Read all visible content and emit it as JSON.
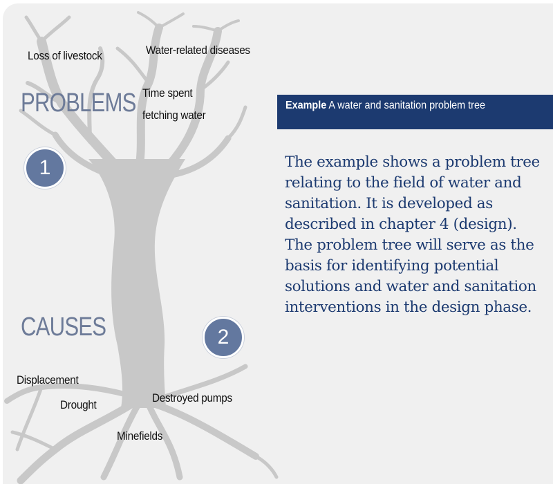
{
  "diagram": {
    "problems_heading": "PROBLEMS",
    "causes_heading": "CAUSES",
    "problems_badge": "1",
    "causes_badge": "2",
    "problems": [
      "Loss of livestock",
      "Water-related diseases",
      "Time spent",
      "fetching water"
    ],
    "causes": [
      "Displacement",
      "Drought",
      "Destroyed pumps",
      "Minefields"
    ]
  },
  "example": {
    "header_lead": "Example",
    "header_rest": " A water and sanitation problem tree",
    "description": "The example shows a problem tree relating to the field of water and sanitation. It is developed as described in chapter 4 (design). The problem tree will serve as the basis for identifying potential solutions and water and sanitation interventions in the design phase."
  },
  "colors": {
    "header_background": "#1c3a70",
    "badge": "#63789f",
    "heading_text": "#6d7b98",
    "tree": "#c8c8c8",
    "panel": "#f0f0f0"
  }
}
